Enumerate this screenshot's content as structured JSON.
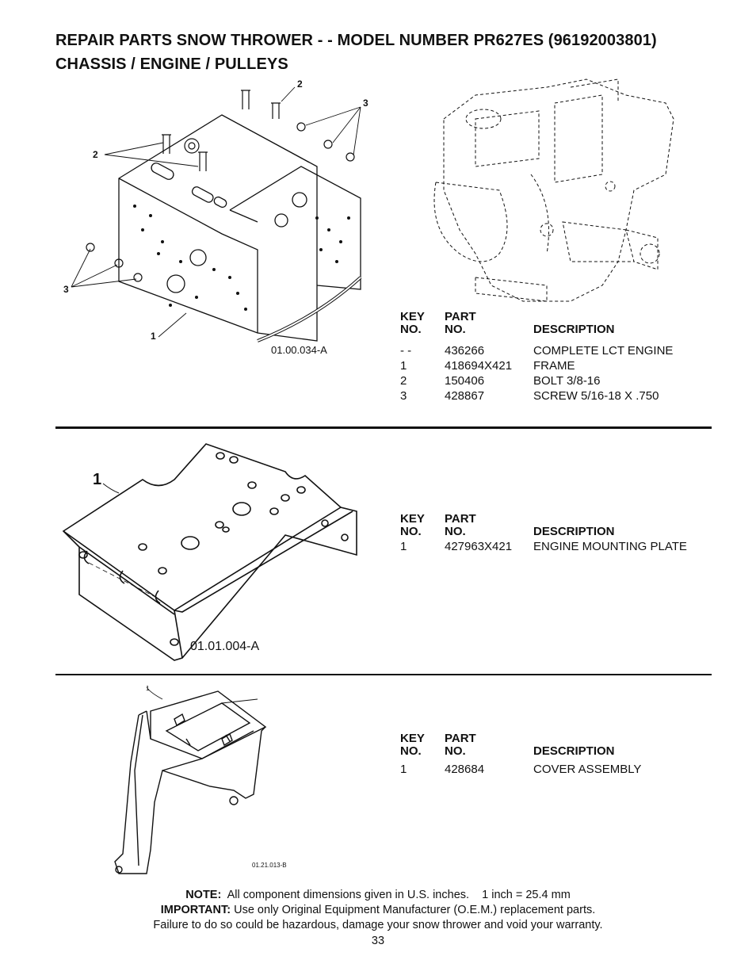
{
  "header": {
    "title_line1": "REPAIR PARTS  SNOW THROWER - - MODEL NUMBER  PR627ES (96192003801)",
    "title_line2": "CHASSIS / ENGINE / PULLEYS"
  },
  "section1": {
    "figure_code": "01.00.034-A",
    "callouts": [
      "2",
      "3",
      "2",
      "3",
      "1"
    ],
    "table": {
      "col_key": "KEY\nNO.",
      "col_key_l1": "KEY",
      "col_key_l2": "NO.",
      "col_part_l1": "PART",
      "col_part_l2": "NO.",
      "col_desc": "DESCRIPTION",
      "rows": [
        {
          "key": "- -",
          "part": "436266",
          "desc": "COMPLETE LCT ENGINE"
        },
        {
          "key": "1",
          "part": "418694X421",
          "desc": "FRAME"
        },
        {
          "key": "2",
          "part": "150406",
          "desc": "BOLT 3/8-16"
        },
        {
          "key": "3",
          "part": "428867",
          "desc": "SCREW 5/16-18 X .750"
        }
      ]
    }
  },
  "section2": {
    "figure_code": "01.01.004-A",
    "callout": "1",
    "table": {
      "col_key_l1": "KEY",
      "col_key_l2": "NO.",
      "col_part_l1": "PART",
      "col_part_l2": "NO.",
      "col_desc": "DESCRIPTION",
      "rows": [
        {
          "key": "1",
          "part": "427963X421",
          "desc": "ENGINE MOUNTING PLATE"
        }
      ]
    }
  },
  "section3": {
    "figure_code": "01.21.013-B",
    "callout": "1",
    "table": {
      "col_key_l1": "KEY",
      "col_key_l2": "NO.",
      "col_part_l1": "PART",
      "col_part_l2": "NO.",
      "col_desc": "DESCRIPTION",
      "rows": [
        {
          "key": "1",
          "part": "428684",
          "desc": "COVER ASSEMBLY"
        }
      ]
    }
  },
  "footer": {
    "note_label": "NOTE:",
    "note_text": "  All component dimensions given in U.S. inches.    1 inch = 25.4 mm",
    "important_label": "IMPORTANT:",
    "important_text": " Use only Original Equipment Manufacturer (O.E.M.) replacement parts.",
    "warning_text": "Failure to do so could be hazardous, damage your snow thrower and void your warranty.",
    "page_number": "33"
  }
}
